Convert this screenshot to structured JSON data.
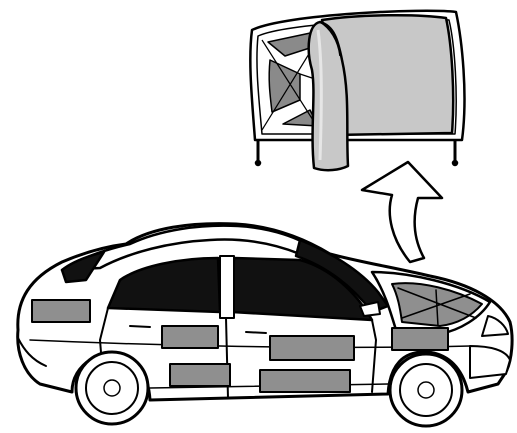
{
  "colors": {
    "outline": "#000000",
    "body": "#ffffff",
    "glass": "#111111",
    "panel": "#8f8f8f",
    "insulation_sheet": "#c8c8c8",
    "hood_cutout": "#8a8a8a",
    "hood_sheen": "#d8d8d8"
  },
  "illustration": {
    "subject": "sedan-with-sound-dampening-panels",
    "parts": [
      "detached-hood-underside",
      "insulation-sheet",
      "upward-arrow",
      "car-body",
      "door-panels",
      "hood-panel"
    ]
  }
}
